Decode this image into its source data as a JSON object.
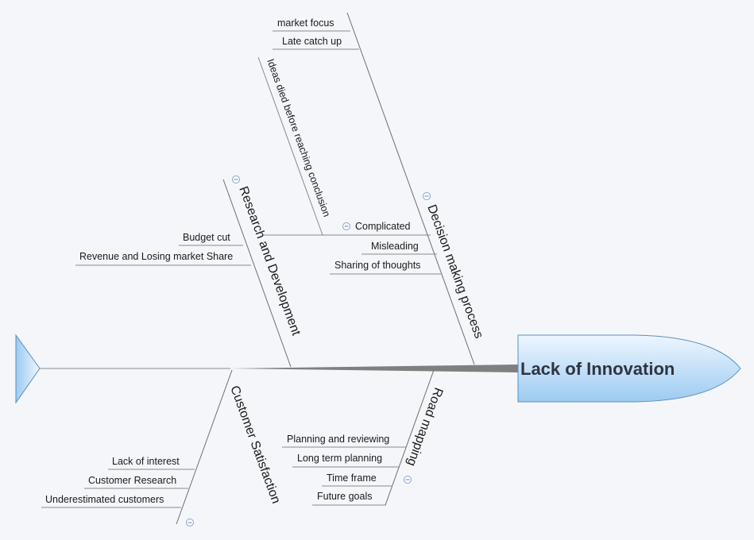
{
  "problem": "Lack of Innovation",
  "branches": {
    "decision": {
      "label": "Decision making process",
      "causes": [
        "market focus",
        "Late catch up",
        "Complicated",
        "Misleading",
        "Sharing of thoughts"
      ],
      "sub_cause": "Ideas died before reaching conclusion"
    },
    "research": {
      "label": "Research and Development",
      "causes": [
        "Budget cut",
        "Revenue and Losing market Share"
      ]
    },
    "customer": {
      "label": "Customer Satisfaction",
      "causes": [
        "Lack of interest",
        "Customer Research",
        "Underestimated customers"
      ]
    },
    "roadmap": {
      "label": "Road mapping",
      "causes": [
        "Planning and reviewing",
        "Long term planning",
        "Time frame",
        "Future goals"
      ]
    }
  },
  "colors": {
    "background": "#f4f6fa",
    "spine": "#7f7f7f",
    "bone": "#6e6e6e",
    "head_fill_light": "#eaf4ff",
    "head_fill_dark": "#9fcdf2",
    "head_stroke": "#5a8fbf",
    "collapse_icon": "#6a82b4"
  },
  "icons": [
    "collapse-icon"
  ]
}
